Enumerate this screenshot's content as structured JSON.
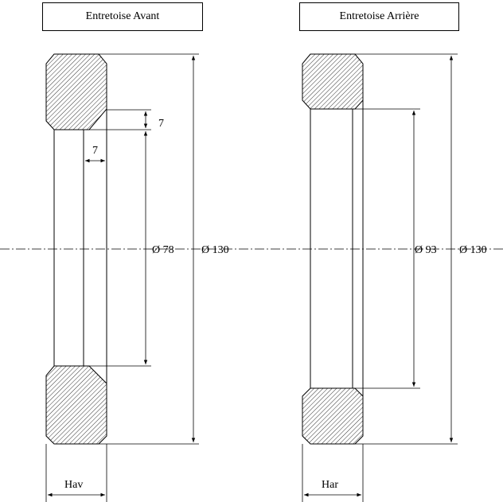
{
  "titles": {
    "avant": "Entretoise Avant",
    "arriere": "Entretoise Arrière"
  },
  "avant": {
    "dim_outer": "Ø 130",
    "dim_inner": "Ø 78",
    "dim_chamfer_height": "7",
    "dim_chamfer_width": "7",
    "width_label": "Hav"
  },
  "arriere": {
    "dim_outer": "Ø 130",
    "dim_inner": "Ø 93",
    "width_label": "Har"
  }
}
